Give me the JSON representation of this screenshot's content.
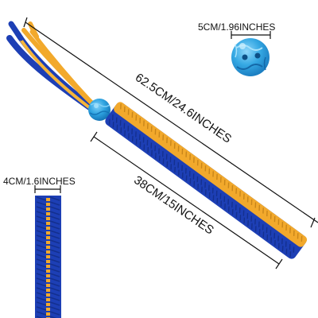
{
  "dimensions": {
    "total_length": "62.5CM/24.6INCHES",
    "braid_length": "38CM/15INCHES",
    "braid_width": "4CM/1.6INCHES",
    "ball_diameter": "5CM/1.96INCHES"
  },
  "colors": {
    "blue": "#1d3fb5",
    "dark_blue": "#14308f",
    "yellow": "#f2a92c",
    "ball_blue": "#2ea3e0",
    "line": "#111111"
  }
}
